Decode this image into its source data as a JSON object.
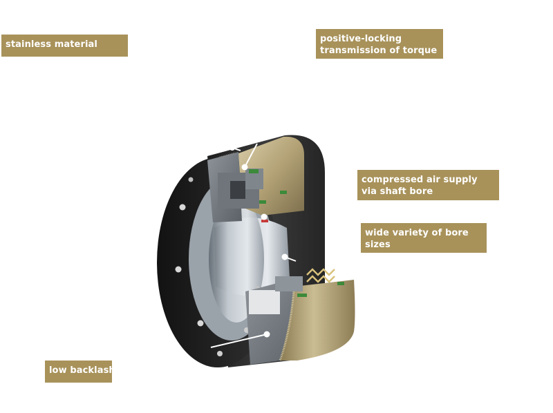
{
  "colors": {
    "callout_bg": "#a8925a",
    "callout_text": "#ffffff",
    "leader": "#ffffff",
    "body_dark": "#262626",
    "bronze": "#b4a37a",
    "steel": "#9aa2aa"
  },
  "callouts": {
    "stainless": {
      "lines": [
        "stainless material"
      ]
    },
    "torque": {
      "lines": [
        "positive-locking",
        "transmission of torque"
      ]
    },
    "air": {
      "lines": [
        "compressed air supply",
        "via shaft bore"
      ]
    },
    "bore": {
      "lines": [
        "wide variety of bore",
        "sizes"
      ]
    },
    "backlash": {
      "lines": [
        "low backlash"
      ]
    }
  }
}
